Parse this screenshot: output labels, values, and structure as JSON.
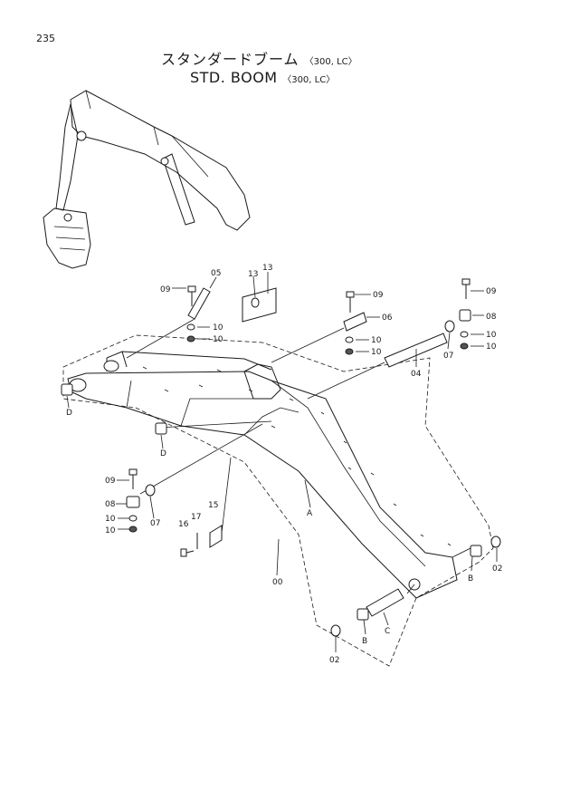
{
  "page_number": "235",
  "title_jp": "スタンダードブーム",
  "title_jp_suffix": "〈300, LC〉",
  "title_en": "STD. BOOM",
  "title_en_suffix": "〈300, LC〉",
  "labels": {
    "p00": "00",
    "p02a": "02",
    "p02b": "02",
    "p04": "04",
    "p05": "05",
    "p06": "06",
    "p07a": "07",
    "p07b": "07",
    "p08a": "08",
    "p08b": "08",
    "p09a": "09",
    "p09b": "09",
    "p09c": "09",
    "p09d": "09",
    "p10a": "10",
    "p10b": "10",
    "p10c": "10",
    "p10d": "10",
    "p10e": "10",
    "p10f": "10",
    "p10g": "10",
    "p10h": "10",
    "p13a": "13",
    "p13b": "13",
    "p15": "15",
    "p16": "16",
    "p17": "17",
    "A": "A",
    "Ba": "B",
    "Bb": "B",
    "C": "C",
    "Da": "D",
    "Db": "D"
  }
}
